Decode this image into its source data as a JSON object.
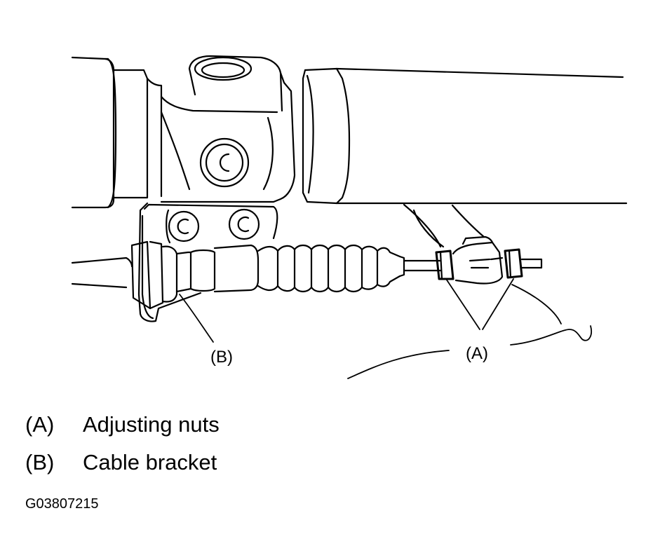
{
  "callouts": {
    "a": "(A)",
    "b": "(B)"
  },
  "legend": [
    {
      "key": "(A)",
      "text": "Adjusting nuts"
    },
    {
      "key": "(B)",
      "text": "Cable bracket"
    }
  ],
  "figure_code": "G03807215",
  "colors": {
    "line": "#000000",
    "background": "#ffffff"
  }
}
